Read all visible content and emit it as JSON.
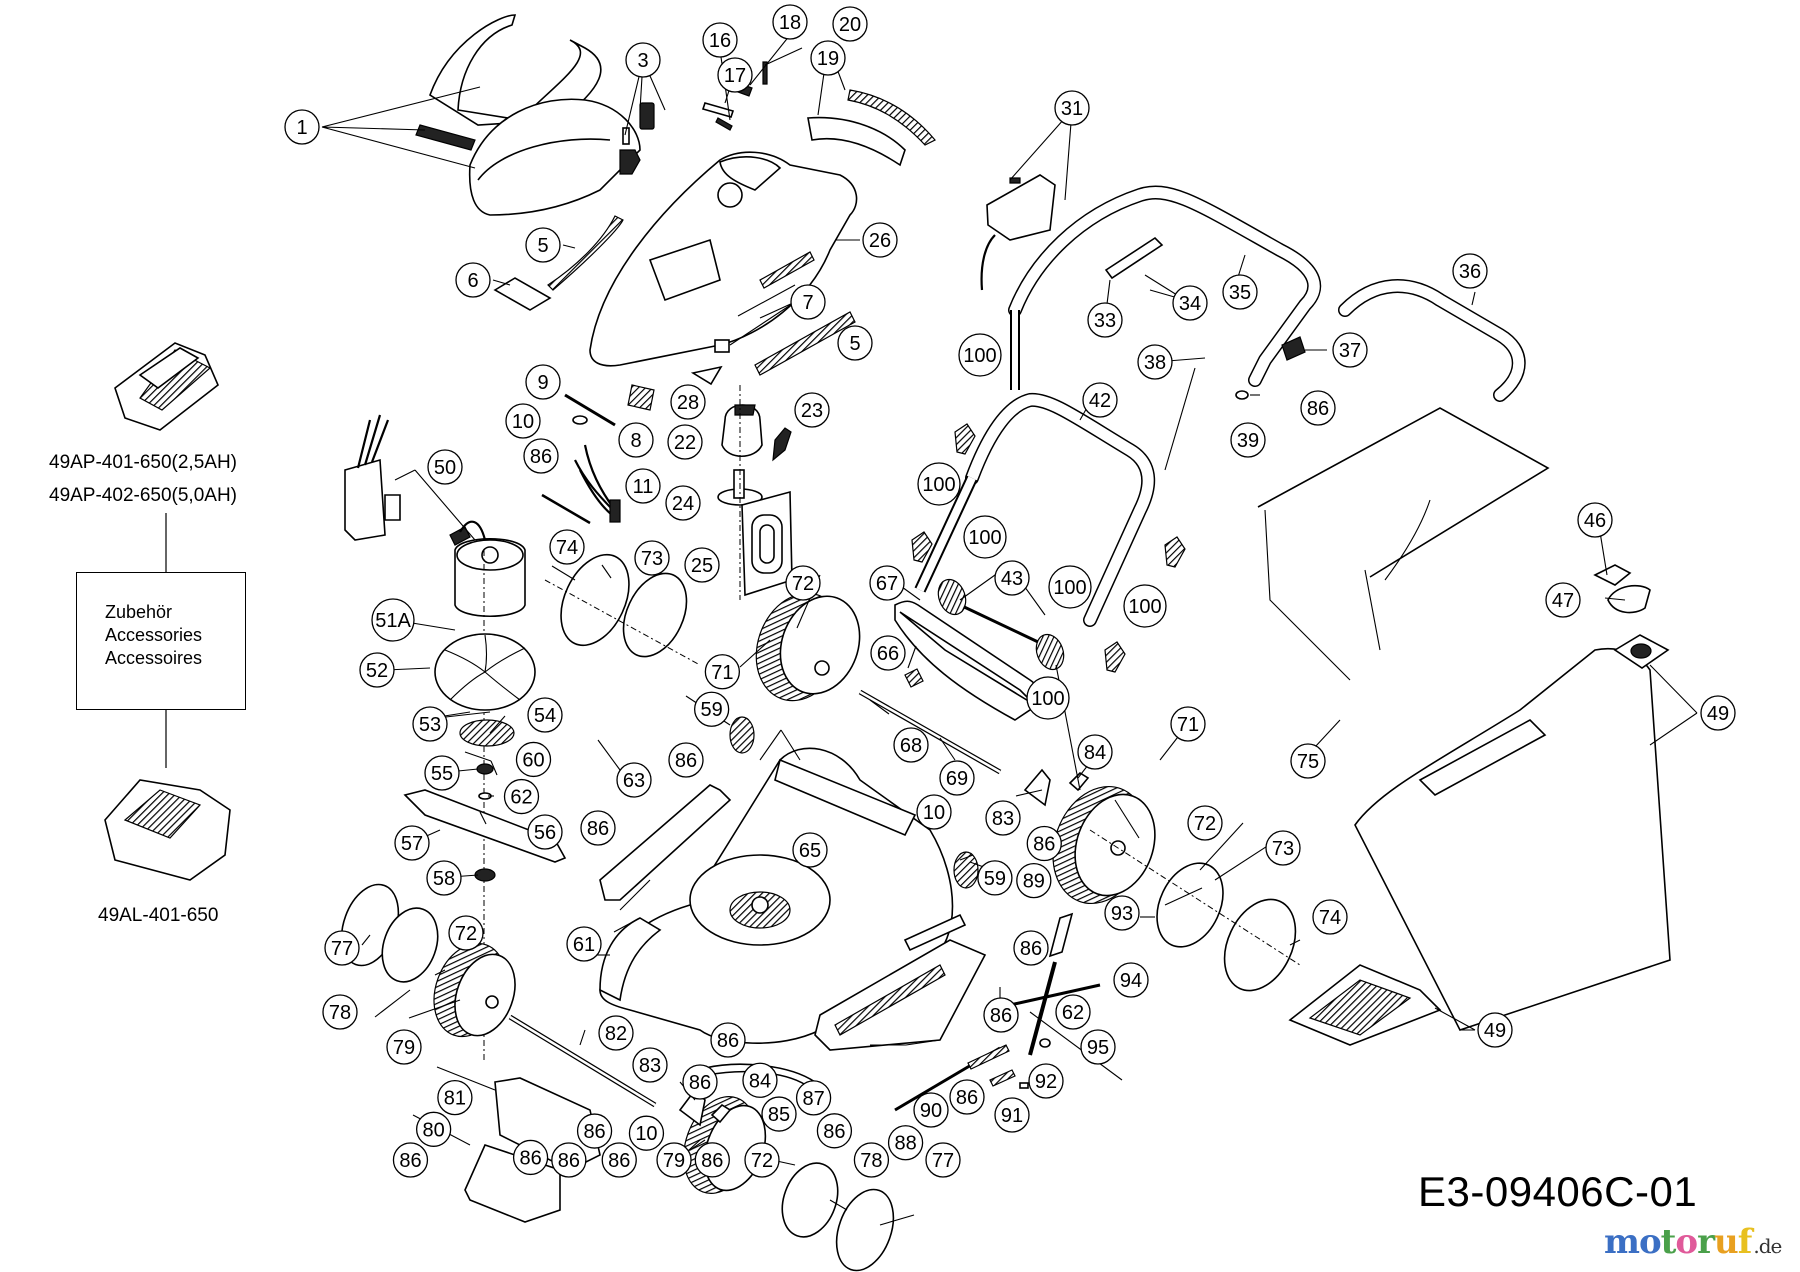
{
  "title": "Lawn mower exploded parts diagram",
  "drawing_number": "E3-09406C-01",
  "watermark": {
    "letters": [
      {
        "ch": "m",
        "color": "#3b6fc4"
      },
      {
        "ch": "o",
        "color": "#3b6fc4"
      },
      {
        "ch": "t",
        "color": "#4aa04a"
      },
      {
        "ch": "o",
        "color": "#e05a9a"
      },
      {
        "ch": "r",
        "color": "#4aa04a"
      },
      {
        "ch": "u",
        "color": "#e8a020"
      },
      {
        "ch": "f",
        "color": "#e8c020"
      }
    ],
    "tld": ".de"
  },
  "accessories": {
    "battery_models": [
      "49AP-401-650(2,5AH)",
      "49AP-402-650(5,0AH)"
    ],
    "box_lines": [
      "Zubehör",
      "Accessories",
      "Accessoires"
    ],
    "charger_model": "49AL-401-650"
  },
  "callouts": [
    {
      "id": "c1",
      "label": "1"
    },
    {
      "id": "c3",
      "label": "3"
    },
    {
      "id": "c5a",
      "label": "5"
    },
    {
      "id": "c5b",
      "label": "5"
    },
    {
      "id": "c6",
      "label": "6"
    },
    {
      "id": "c7",
      "label": "7"
    },
    {
      "id": "c8",
      "label": "8"
    },
    {
      "id": "c9",
      "label": "9"
    },
    {
      "id": "c10a",
      "label": "10"
    },
    {
      "id": "c10b",
      "label": "10"
    },
    {
      "id": "c10c",
      "label": "10"
    },
    {
      "id": "c11",
      "label": "11"
    },
    {
      "id": "c16",
      "label": "16"
    },
    {
      "id": "c17",
      "label": "17"
    },
    {
      "id": "c18",
      "label": "18"
    },
    {
      "id": "c19",
      "label": "19"
    },
    {
      "id": "c20",
      "label": "20"
    },
    {
      "id": "c22",
      "label": "22"
    },
    {
      "id": "c23",
      "label": "23"
    },
    {
      "id": "c24",
      "label": "24"
    },
    {
      "id": "c25",
      "label": "25"
    },
    {
      "id": "c26",
      "label": "26"
    },
    {
      "id": "c28",
      "label": "28"
    },
    {
      "id": "c31",
      "label": "31"
    },
    {
      "id": "c33",
      "label": "33"
    },
    {
      "id": "c34",
      "label": "34"
    },
    {
      "id": "c35",
      "label": "35"
    },
    {
      "id": "c36",
      "label": "36"
    },
    {
      "id": "c37",
      "label": "37"
    },
    {
      "id": "c38",
      "label": "38"
    },
    {
      "id": "c39",
      "label": "39"
    },
    {
      "id": "c42",
      "label": "42"
    },
    {
      "id": "c43",
      "label": "43"
    },
    {
      "id": "c46",
      "label": "46"
    },
    {
      "id": "c47",
      "label": "47"
    },
    {
      "id": "c49a",
      "label": "49"
    },
    {
      "id": "c49b",
      "label": "49"
    },
    {
      "id": "c50",
      "label": "50"
    },
    {
      "id": "c51a",
      "label": "51A"
    },
    {
      "id": "c52",
      "label": "52"
    },
    {
      "id": "c53",
      "label": "53"
    },
    {
      "id": "c54",
      "label": "54"
    },
    {
      "id": "c55",
      "label": "55"
    },
    {
      "id": "c56",
      "label": "56"
    },
    {
      "id": "c57",
      "label": "57"
    },
    {
      "id": "c58",
      "label": "58"
    },
    {
      "id": "c59a",
      "label": "59"
    },
    {
      "id": "c59b",
      "label": "59"
    },
    {
      "id": "c60",
      "label": "60"
    },
    {
      "id": "c61",
      "label": "61"
    },
    {
      "id": "c62a",
      "label": "62"
    },
    {
      "id": "c62b",
      "label": "62"
    },
    {
      "id": "c63",
      "label": "63"
    },
    {
      "id": "c65",
      "label": "65"
    },
    {
      "id": "c66",
      "label": "66"
    },
    {
      "id": "c67",
      "label": "67"
    },
    {
      "id": "c68",
      "label": "68"
    },
    {
      "id": "c69",
      "label": "69"
    },
    {
      "id": "c71a",
      "label": "71"
    },
    {
      "id": "c71b",
      "label": "71"
    },
    {
      "id": "c72a",
      "label": "72"
    },
    {
      "id": "c72b",
      "label": "72"
    },
    {
      "id": "c72c",
      "label": "72"
    },
    {
      "id": "c72d",
      "label": "72"
    },
    {
      "id": "c73a",
      "label": "73"
    },
    {
      "id": "c73b",
      "label": "73"
    },
    {
      "id": "c74a",
      "label": "74"
    },
    {
      "id": "c74b",
      "label": "74"
    },
    {
      "id": "c75",
      "label": "75"
    },
    {
      "id": "c77a",
      "label": "77"
    },
    {
      "id": "c77b",
      "label": "77"
    },
    {
      "id": "c78a",
      "label": "78"
    },
    {
      "id": "c78b",
      "label": "78"
    },
    {
      "id": "c79a",
      "label": "79"
    },
    {
      "id": "c79b",
      "label": "79"
    },
    {
      "id": "c80",
      "label": "80"
    },
    {
      "id": "c81",
      "label": "81"
    },
    {
      "id": "c82",
      "label": "82"
    },
    {
      "id": "c83a",
      "label": "83"
    },
    {
      "id": "c83b",
      "label": "83"
    },
    {
      "id": "c84a",
      "label": "84"
    },
    {
      "id": "c84b",
      "label": "84"
    },
    {
      "id": "c85",
      "label": "85"
    },
    {
      "id": "c86a",
      "label": "86"
    },
    {
      "id": "c86b",
      "label": "86"
    },
    {
      "id": "c86c",
      "label": "86"
    },
    {
      "id": "c86d",
      "label": "86"
    },
    {
      "id": "c86e",
      "label": "86"
    },
    {
      "id": "c86f",
      "label": "86"
    },
    {
      "id": "c86g",
      "label": "86"
    },
    {
      "id": "c86h",
      "label": "86"
    },
    {
      "id": "c86i",
      "label": "86"
    },
    {
      "id": "c86j",
      "label": "86"
    },
    {
      "id": "c86k",
      "label": "86"
    },
    {
      "id": "c86l",
      "label": "86"
    },
    {
      "id": "c86m",
      "label": "86"
    },
    {
      "id": "c86n",
      "label": "86"
    },
    {
      "id": "c86o",
      "label": "86"
    },
    {
      "id": "c86p",
      "label": "86"
    },
    {
      "id": "c86q",
      "label": "86"
    },
    {
      "id": "c87",
      "label": "87"
    },
    {
      "id": "c88",
      "label": "88"
    },
    {
      "id": "c89",
      "label": "89"
    },
    {
      "id": "c90",
      "label": "90"
    },
    {
      "id": "c91",
      "label": "91"
    },
    {
      "id": "c92",
      "label": "92"
    },
    {
      "id": "c93",
      "label": "93"
    },
    {
      "id": "c94",
      "label": "94"
    },
    {
      "id": "c95",
      "label": "95"
    },
    {
      "id": "c100a",
      "label": "100"
    },
    {
      "id": "c100b",
      "label": "100"
    },
    {
      "id": "c100c",
      "label": "100"
    },
    {
      "id": "c100d",
      "label": "100"
    },
    {
      "id": "c100e",
      "label": "100"
    },
    {
      "id": "c100f",
      "label": "100"
    }
  ]
}
